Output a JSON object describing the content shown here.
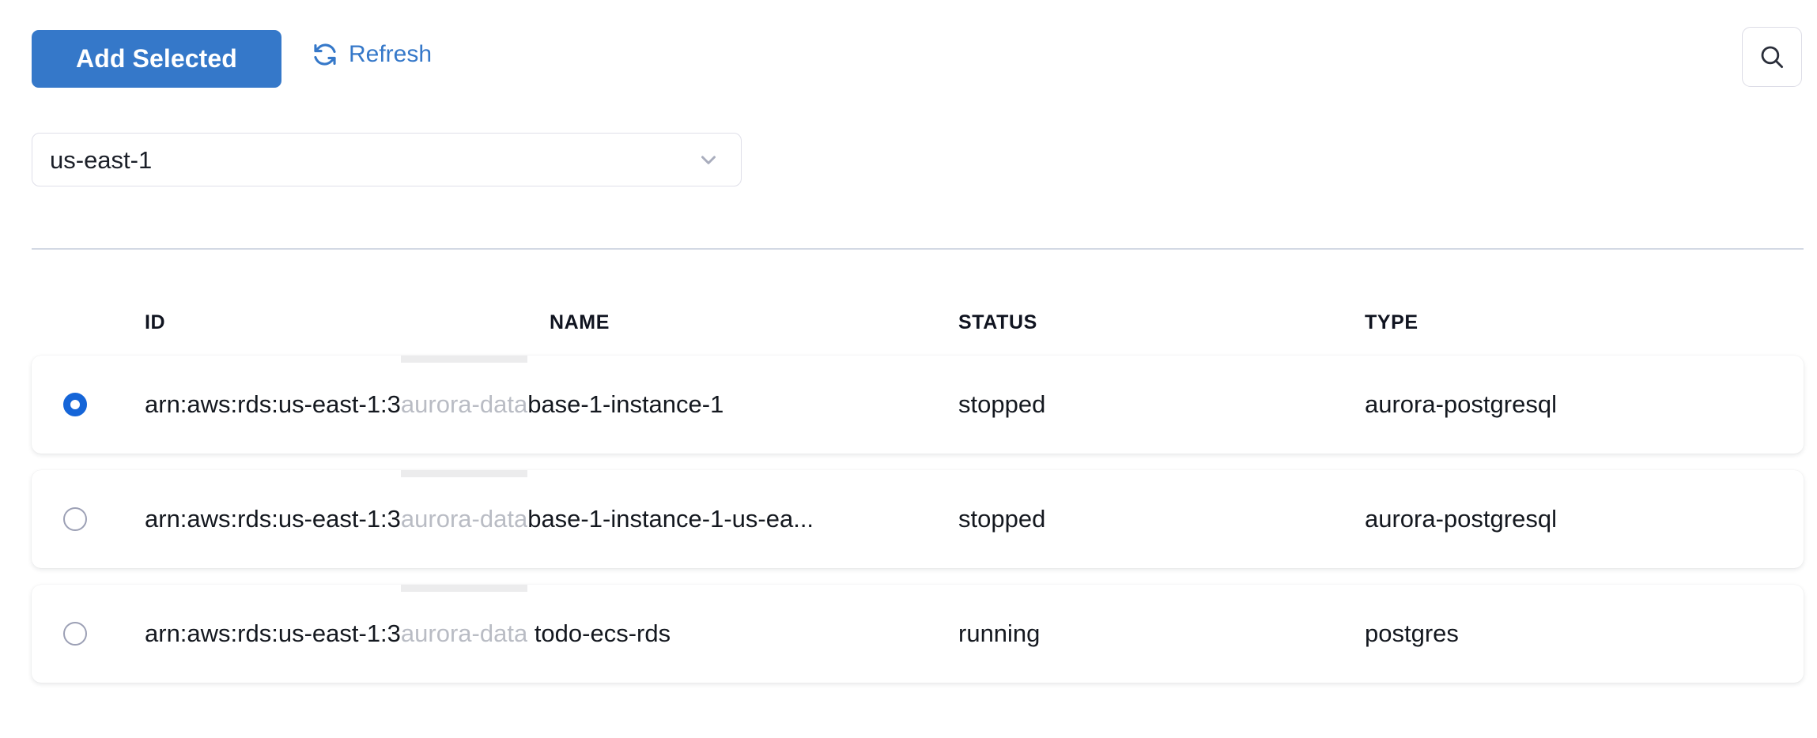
{
  "toolbar": {
    "add_selected_label": "Add Selected",
    "refresh_label": "Refresh",
    "refresh_icon": "refresh-icon",
    "search_icon": "search-icon",
    "accent_color": "#3578c9"
  },
  "region_select": {
    "value": "us-east-1",
    "chevron_icon": "chevron-down-icon"
  },
  "table": {
    "columns": [
      "ID",
      "NAME",
      "STATUS",
      "TYPE"
    ],
    "rows": [
      {
        "selected": true,
        "id_prefix": "arn:aws:rds:us-east-1:3",
        "id_redacted": "aurora-data",
        "id_suffix": "base-1-instance-1",
        "status": "stopped",
        "type": "aurora-postgresql"
      },
      {
        "selected": false,
        "id_prefix": "arn:aws:rds:us-east-1:3",
        "id_redacted": "aurora-data",
        "id_suffix": "base-1-instance-1-us-ea...",
        "status": "stopped",
        "type": "aurora-postgresql"
      },
      {
        "selected": false,
        "id_prefix": "arn:aws:rds:us-east-1:3",
        "id_redacted": "aurora-data",
        "id_suffix": " todo-ecs-rds",
        "status": "running",
        "type": "postgres"
      }
    ]
  }
}
